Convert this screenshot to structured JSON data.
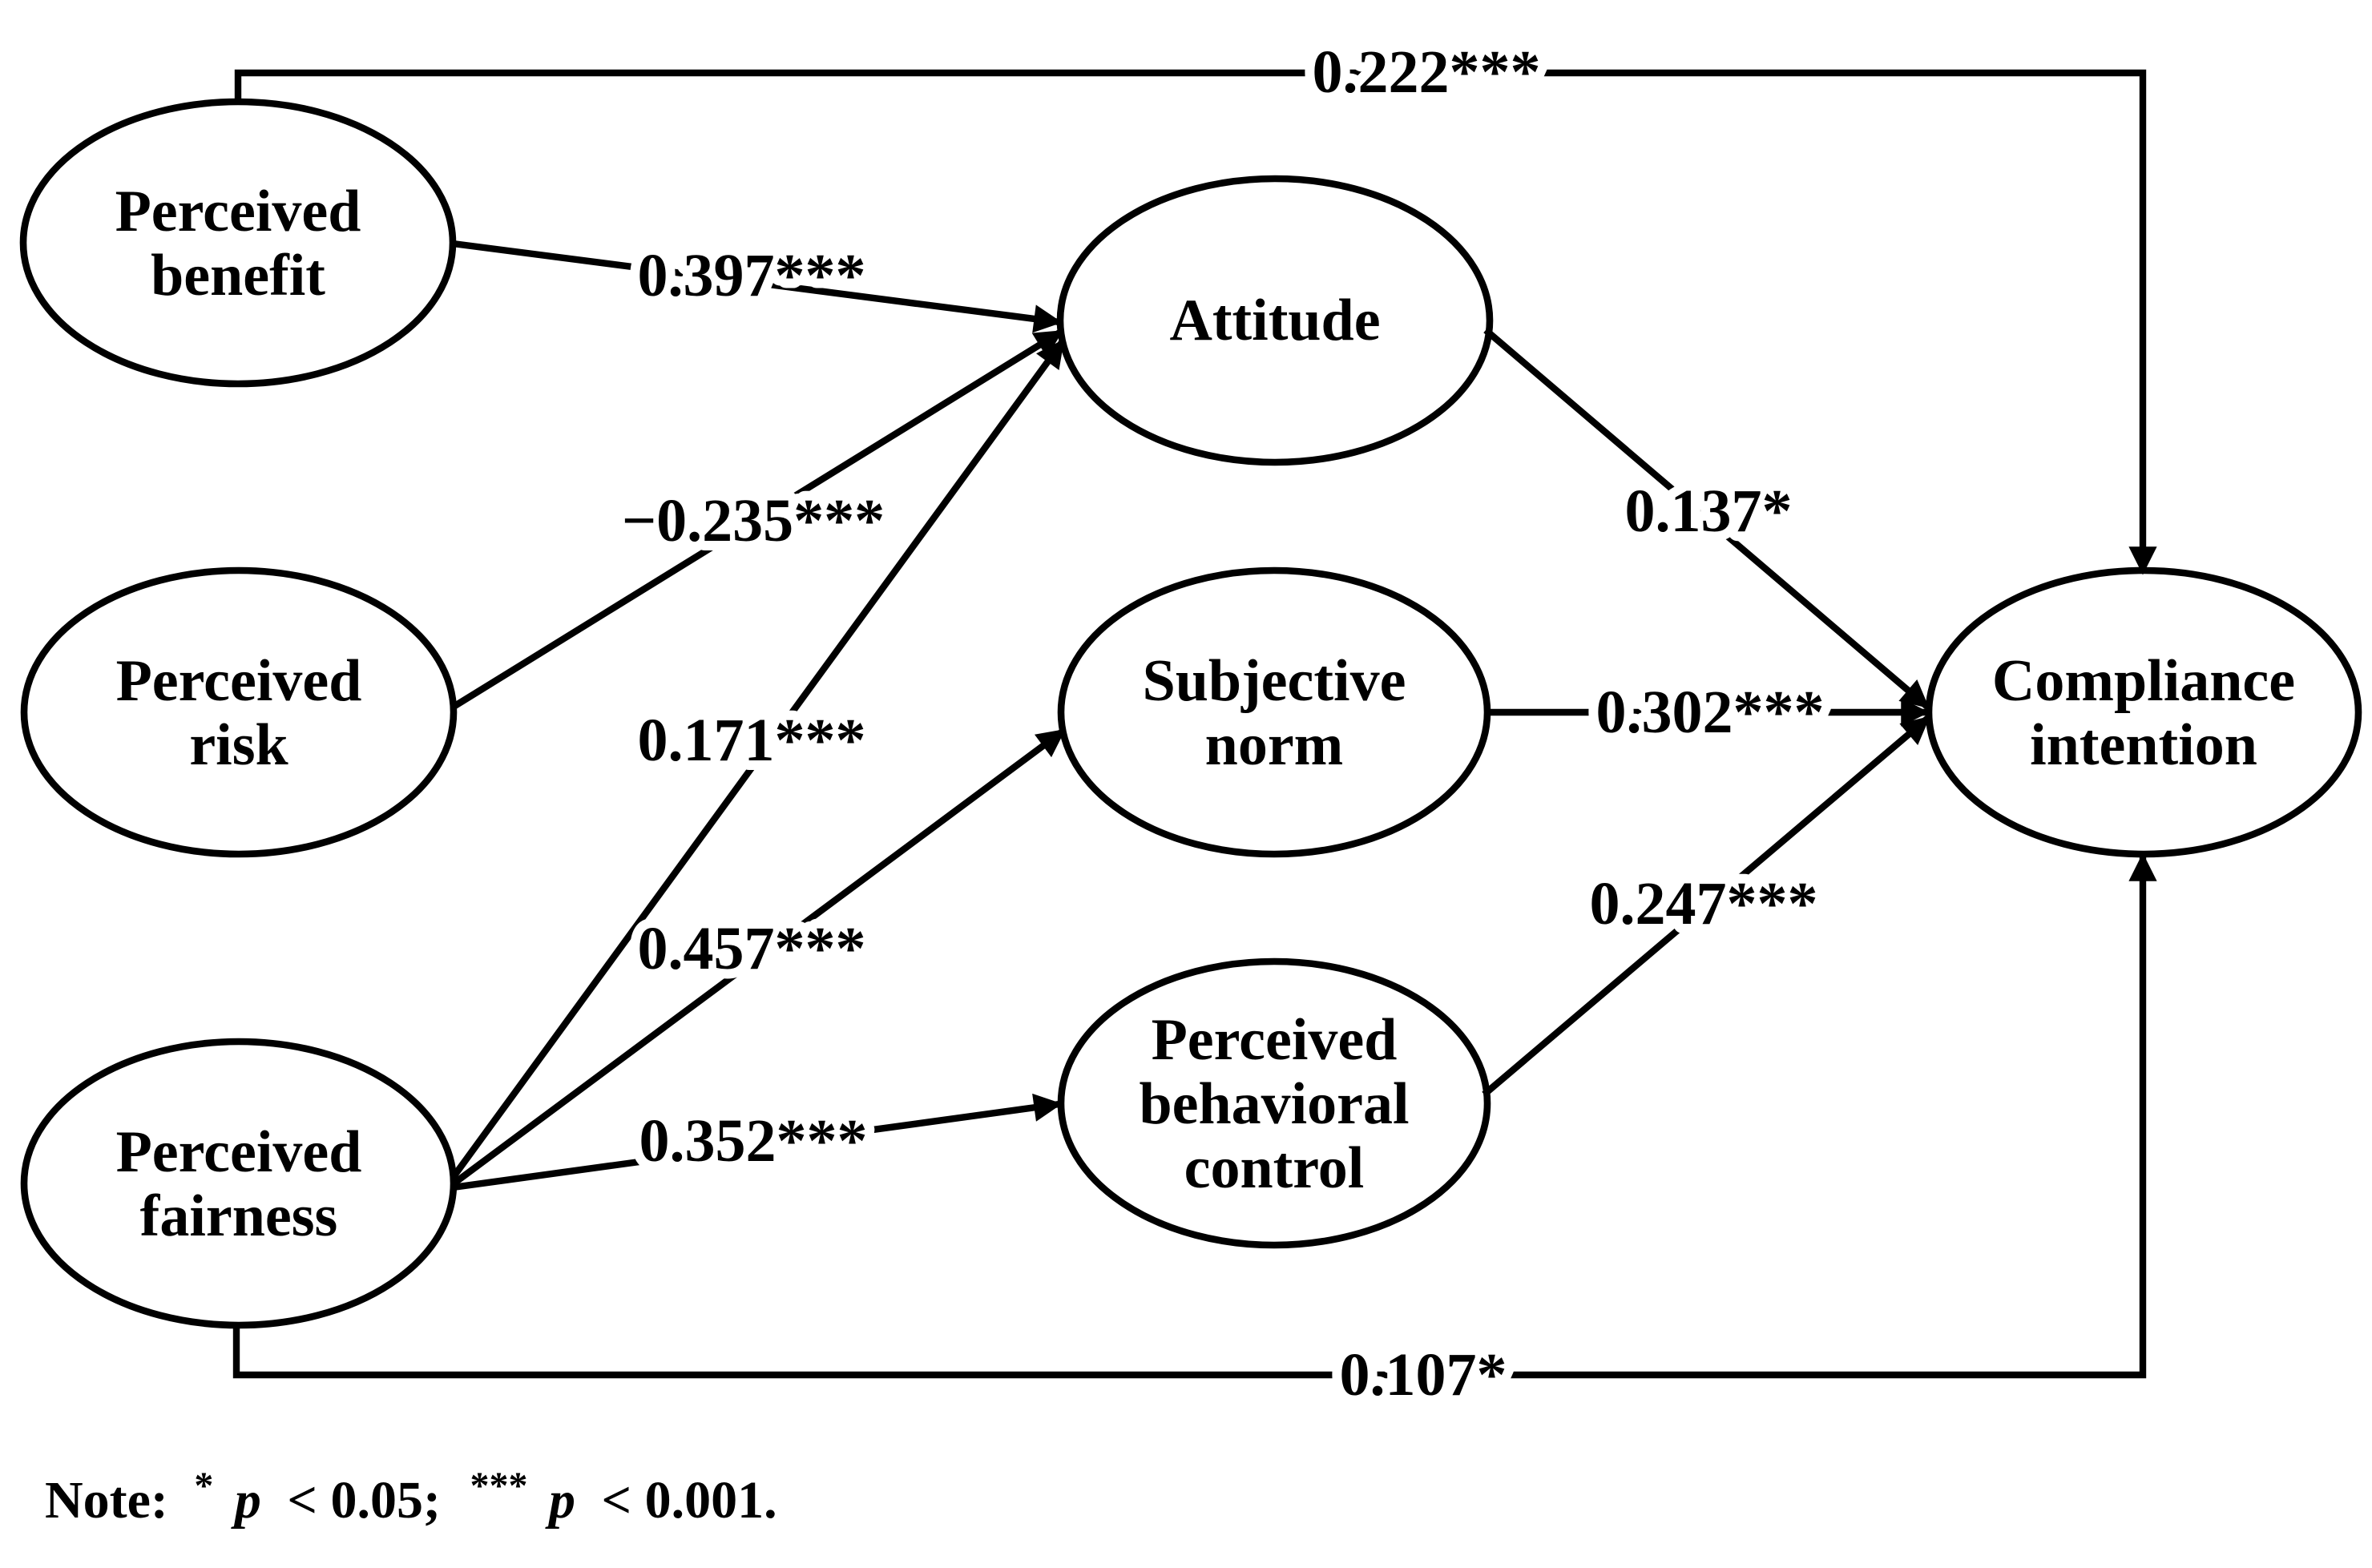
{
  "diagram": {
    "type": "sem-path-diagram",
    "nodes": [
      {
        "id": "perceived-benefit",
        "lines": [
          "Perceived",
          "benefit"
        ]
      },
      {
        "id": "perceived-risk",
        "lines": [
          "Perceived",
          "risk"
        ]
      },
      {
        "id": "perceived-fairness",
        "lines": [
          "Perceived",
          "fairness"
        ]
      },
      {
        "id": "attitude",
        "lines": [
          "Attitude"
        ]
      },
      {
        "id": "subjective-norm",
        "lines": [
          "Subjective",
          "norm"
        ]
      },
      {
        "id": "perceived-behavioral-control",
        "lines": [
          "Perceived",
          "behavioral",
          "control"
        ]
      },
      {
        "id": "compliance-intention",
        "lines": [
          "Compliance",
          "intention"
        ]
      }
    ],
    "edges": [
      {
        "from": "Perceived benefit",
        "to": "Compliance intention",
        "label": "0.222***"
      },
      {
        "from": "Perceived benefit",
        "to": "Attitude",
        "label": "0.397***"
      },
      {
        "from": "Perceived risk",
        "to": "Attitude",
        "label": "−0.235***"
      },
      {
        "from": "Perceived fairness",
        "to": "Attitude",
        "label": "0.171***"
      },
      {
        "from": "Perceived fairness",
        "to": "Subjective norm",
        "label": "0.457***"
      },
      {
        "from": "Perceived fairness",
        "to": "Perceived behavioral control",
        "label": "0.352***"
      },
      {
        "from": "Attitude",
        "to": "Compliance intention",
        "label": "0.137*"
      },
      {
        "from": "Subjective norm",
        "to": "Compliance intention",
        "label": "0.302***"
      },
      {
        "from": "Perceived behavioral control",
        "to": "Compliance intention",
        "label": "0.247***"
      },
      {
        "from": "Perceived fairness",
        "to": "Compliance intention",
        "label": "0.107*"
      }
    ],
    "note": {
      "prefix": "Note:",
      "sig1_symbol": "*",
      "sig1_var": "p",
      "sig1_rule": "< 0.05;",
      "sig2_symbol": "***",
      "sig2_var": "p",
      "sig2_rule": "< 0.001."
    },
    "colors": {
      "line": "#000000",
      "text": "#000000",
      "node_fill": "#ffffff",
      "background": "#ffffff"
    }
  }
}
